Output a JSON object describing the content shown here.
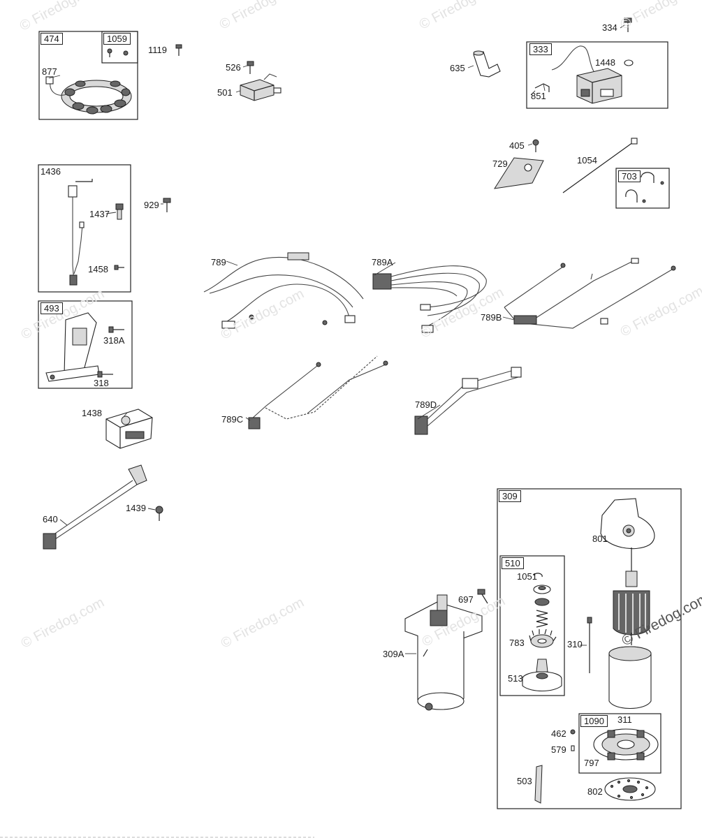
{
  "watermark": "© Firedog.com",
  "callouts": [
    {
      "text": "474",
      "boxed": true
    },
    {
      "text": "1059",
      "boxed": true
    },
    {
      "text": "1119",
      "boxed": false
    },
    {
      "text": "877",
      "boxed": false
    },
    {
      "text": "526",
      "boxed": false
    },
    {
      "text": "501",
      "boxed": false
    },
    {
      "text": "635",
      "boxed": false
    },
    {
      "text": "334",
      "boxed": false
    },
    {
      "text": "333",
      "boxed": true
    },
    {
      "text": "1448",
      "boxed": false
    },
    {
      "text": "851",
      "boxed": false
    },
    {
      "text": "405",
      "boxed": false
    },
    {
      "text": "729",
      "boxed": false
    },
    {
      "text": "1054",
      "boxed": false
    },
    {
      "text": "703",
      "boxed": true
    },
    {
      "text": "1436",
      "boxed": false
    },
    {
      "text": "929",
      "boxed": false
    },
    {
      "text": "1437",
      "boxed": false
    },
    {
      "text": "1458",
      "boxed": false
    },
    {
      "text": "493",
      "boxed": true
    },
    {
      "text": "318A",
      "boxed": false
    },
    {
      "text": "318",
      "boxed": false
    },
    {
      "text": "789",
      "boxed": false
    },
    {
      "text": "789A",
      "boxed": false
    },
    {
      "text": "789B",
      "boxed": false
    },
    {
      "text": "789C",
      "boxed": false
    },
    {
      "text": "789D",
      "boxed": false
    },
    {
      "text": "1438",
      "boxed": false
    },
    {
      "text": "640",
      "boxed": false
    },
    {
      "text": "1439",
      "boxed": false
    },
    {
      "text": "309",
      "boxed": true
    },
    {
      "text": "801",
      "boxed": false
    },
    {
      "text": "510",
      "boxed": true
    },
    {
      "text": "1051",
      "boxed": false
    },
    {
      "text": "697",
      "boxed": false
    },
    {
      "text": "309A",
      "boxed": false
    },
    {
      "text": "783",
      "boxed": false
    },
    {
      "text": "310",
      "boxed": false
    },
    {
      "text": "513",
      "boxed": false
    },
    {
      "text": "1090",
      "boxed": true
    },
    {
      "text": "311",
      "boxed": false
    },
    {
      "text": "462",
      "boxed": false
    },
    {
      "text": "579",
      "boxed": false
    },
    {
      "text": "797",
      "boxed": false
    },
    {
      "text": "503",
      "boxed": false
    },
    {
      "text": "802",
      "boxed": false
    }
  ]
}
